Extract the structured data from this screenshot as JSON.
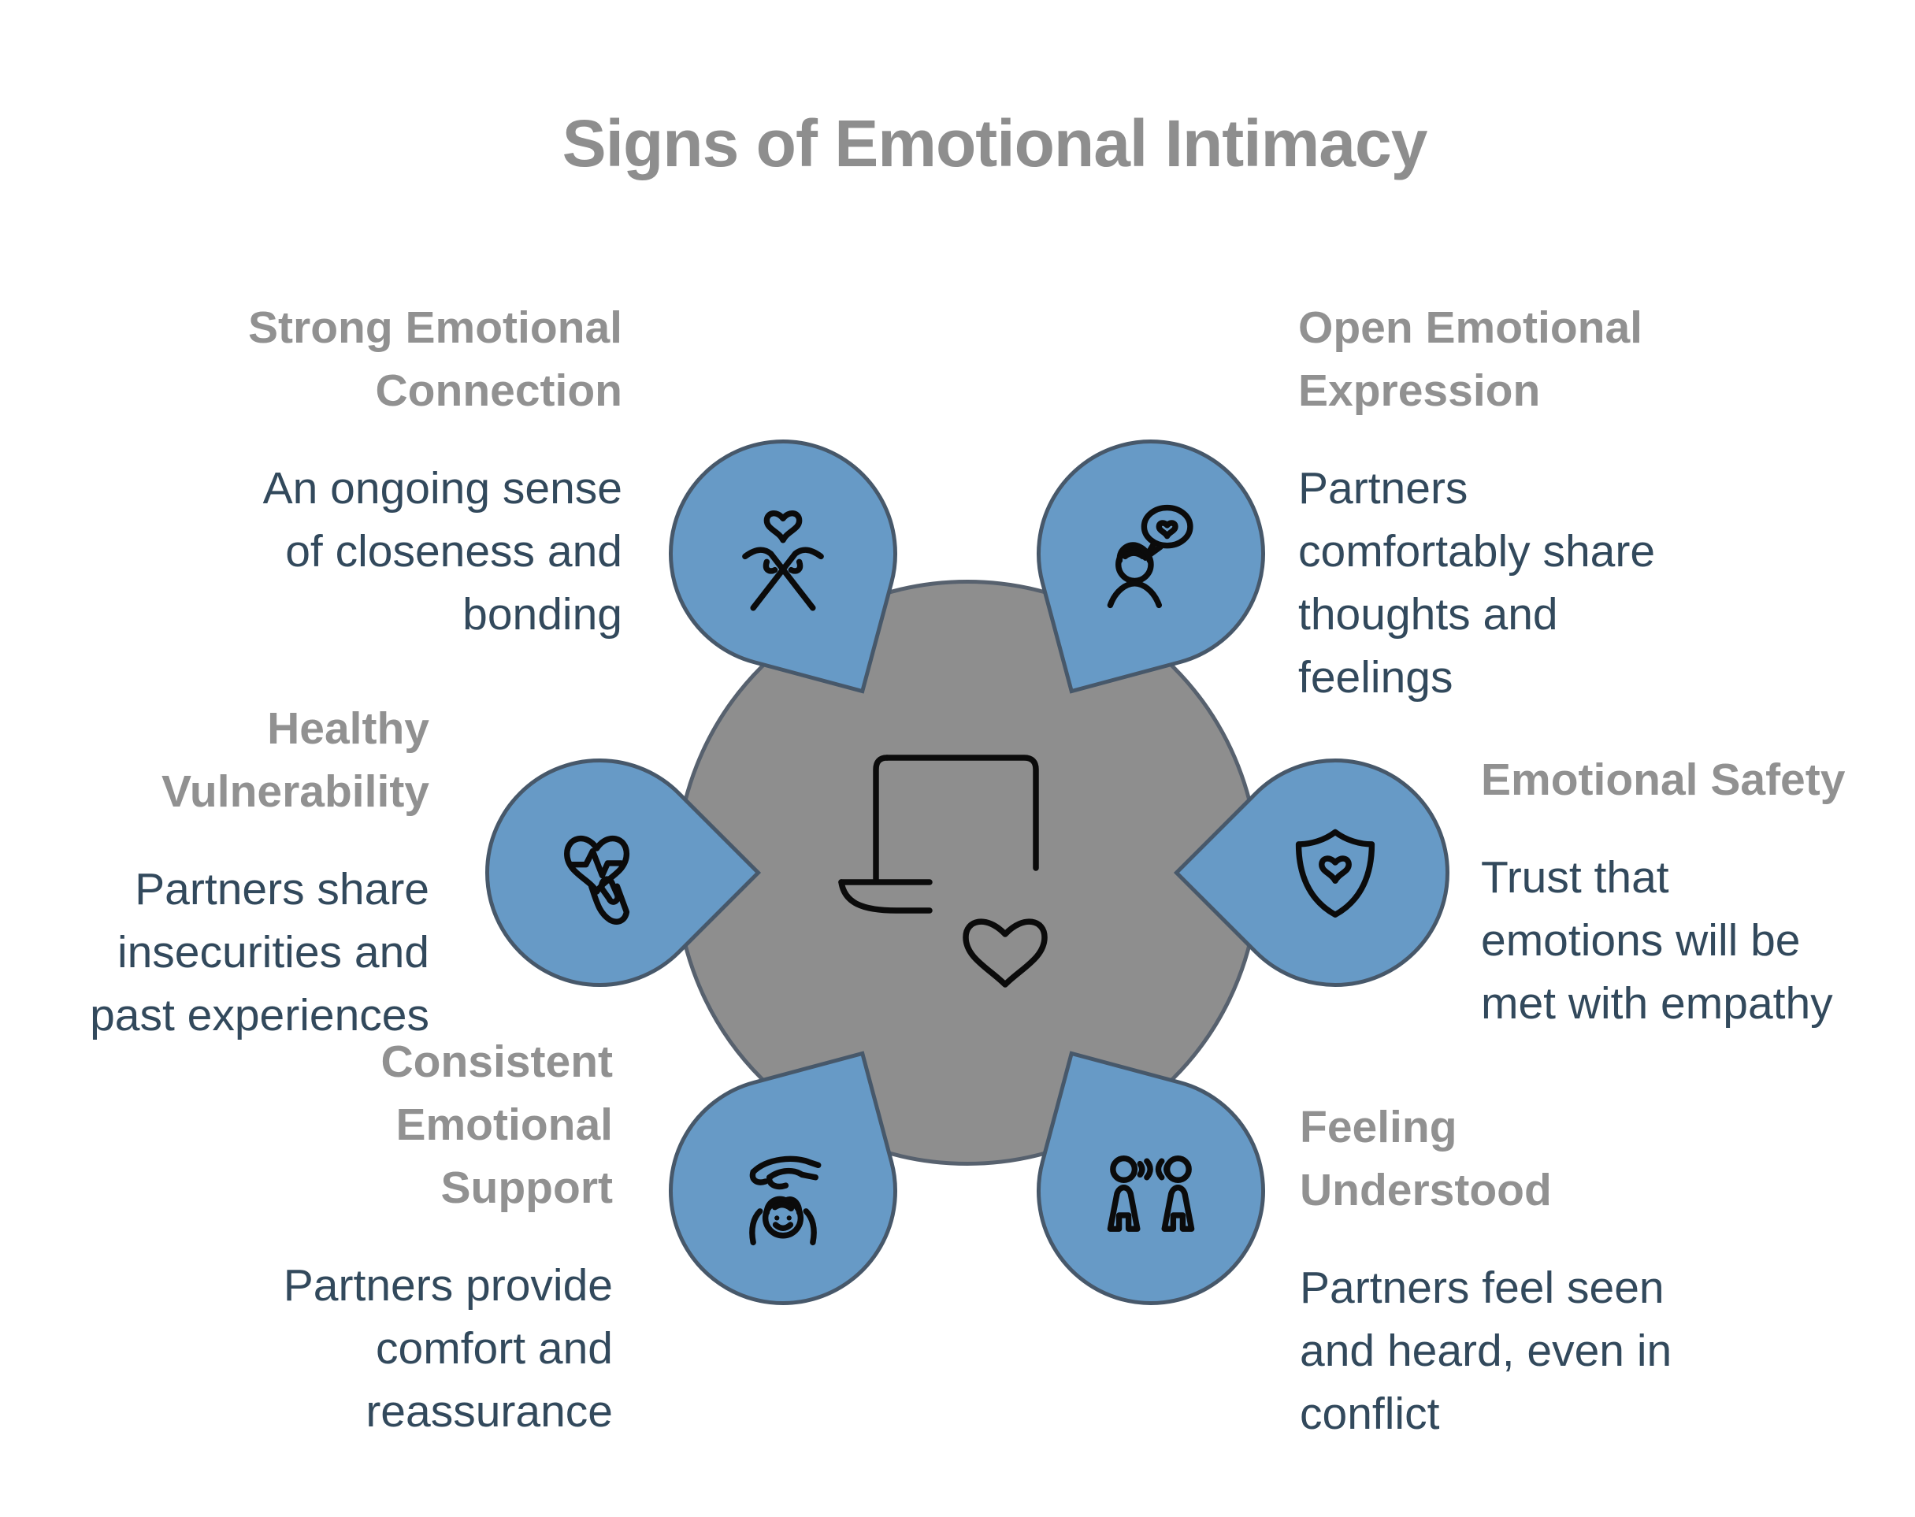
{
  "title": "Signs of Emotional Intimacy",
  "center": {
    "icon": "laptop-heart-icon"
  },
  "sections": [
    {
      "id": "strong-emotional-connection",
      "heading": "Strong Emotional\nConnection",
      "body": "An ongoing sense\nof closeness and\nbonding",
      "icon": "pinky-promise-heart-icon"
    },
    {
      "id": "open-emotional-expression",
      "heading": "Open Emotional\nExpression",
      "body": "Partners\ncomfortably share\nthoughts and\nfeelings",
      "icon": "person-speech-heart-icon"
    },
    {
      "id": "healthy-vulnerability",
      "heading": "Healthy\nVulnerability",
      "body": "Partners share\ninsecurities and\npast experiences",
      "icon": "heart-pulse-hand-icon"
    },
    {
      "id": "emotional-safety",
      "heading": "Emotional Safety",
      "body": "Trust that\nemotions will be\nmet with empathy",
      "icon": "shield-heart-icon"
    },
    {
      "id": "consistent-emotional-support",
      "heading": "Consistent\nEmotional\nSupport",
      "body": "Partners provide\ncomfort and\nreassurance",
      "icon": "hand-over-child-icon"
    },
    {
      "id": "feeling-understood",
      "heading": "Feeling\nUnderstood",
      "body": "Partners feel seen\nand heard, even in\nconflict",
      "icon": "two-people-listening-icon"
    }
  ],
  "colors": {
    "petal_blue": "#679ac6",
    "petal_border": "#47586a",
    "circle_gray": "#8e8e8e",
    "circle_border": "#57616e",
    "heading_gray": "#919191",
    "body_text": "#32495c",
    "title_gray": "#8e8e8e",
    "icon_black": "#0b0b0b",
    "background": "#ffffff"
  }
}
